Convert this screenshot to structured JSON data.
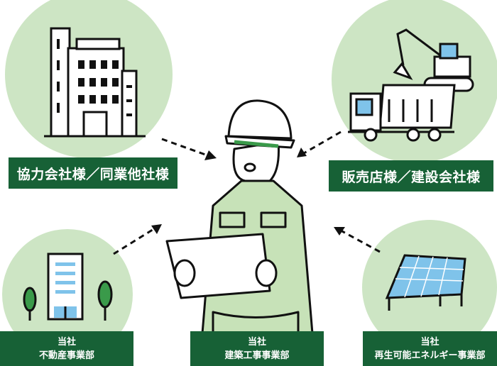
{
  "labels": {
    "partners": "協力会社様／同業他社様",
    "dealers": "販売店様／建設会社様",
    "real_estate": {
      "line1": "当社",
      "line2": "不動産事業部"
    },
    "construction": {
      "line1": "当社",
      "line2": "建築工事事業部"
    },
    "renewable": {
      "line1": "当社",
      "line2": "再生可能エネルギー事業部"
    }
  },
  "colors": {
    "label_bg": "#176136",
    "circle": "#cde5c4",
    "worker": "#c7e2b8",
    "window": "#7fc3ea"
  }
}
